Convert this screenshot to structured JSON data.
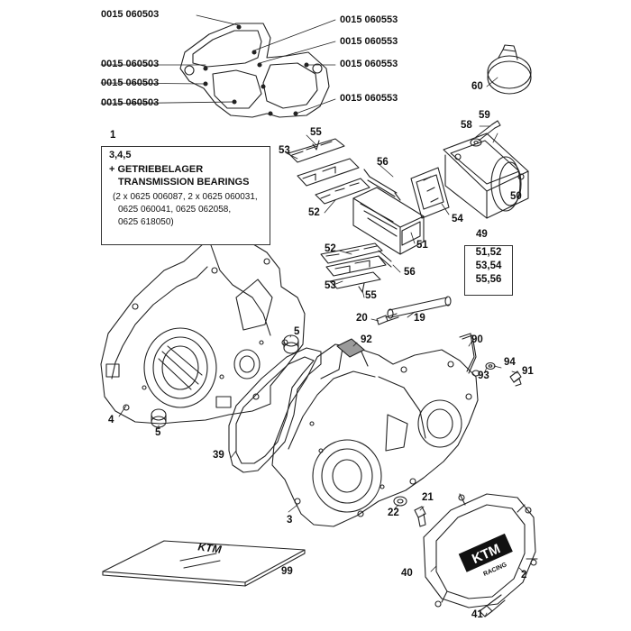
{
  "gasket_numbers": {
    "left": [
      "0015 060503",
      "0015 060503",
      "0015 060503",
      "0015 060503"
    ],
    "right": [
      "0015 060553",
      "0015 060553",
      "0015 060553",
      "0015 060553"
    ]
  },
  "kit": {
    "num": "1",
    "parts": "3,4,5",
    "line1": "+ GETRIEBELAGER",
    "line2": "TRANSMISSION BEARINGS",
    "line3": "(2 x 0625 006087, 2 x 0625 060031,",
    "line4": "0625 060041, 0625 062058,",
    "line5": "0625 618050)"
  },
  "reed_group": {
    "num": "49",
    "rows": [
      "51,52",
      "53,54",
      "55,56"
    ]
  },
  "parts": {
    "p60": "60",
    "p59": "59",
    "p58": "58",
    "p55a": "55",
    "p53a": "53",
    "p56a": "56",
    "p52a": "52",
    "p50": "50",
    "p54": "54",
    "p51": "51",
    "p52b": "52",
    "p56b": "56",
    "p53b": "53",
    "p55b": "55",
    "p20": "20",
    "p19": "19",
    "p5a": "5",
    "p4": "4",
    "p5b": "5",
    "p92": "92",
    "p90": "90",
    "p94": "94",
    "p93": "93",
    "p91": "91",
    "p39": "39",
    "p3": "3",
    "p21": "21",
    "p22": "22",
    "p99": "99",
    "p40": "40",
    "p2": "2",
    "p41": "41"
  },
  "logos": {
    "cover": "KTM",
    "cover_sub": "RACING",
    "manual": "KTM"
  },
  "colors": {
    "ink": "#111111",
    "paper": "#ffffff",
    "shade": "#9a9a9a"
  }
}
